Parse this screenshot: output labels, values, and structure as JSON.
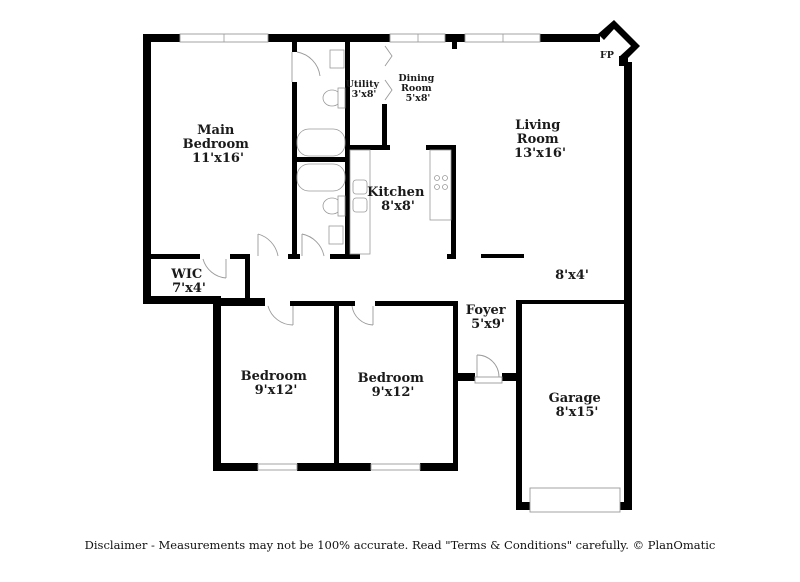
{
  "plan": {
    "rooms": [
      {
        "id": "main-bedroom",
        "name_lines": [
          "Main",
          "Bedroom"
        ],
        "size": "11'x16'"
      },
      {
        "id": "utility",
        "name_lines": [
          "Utility"
        ],
        "size": "3'x8'"
      },
      {
        "id": "dining-room",
        "name_lines": [
          "Dining",
          "Room"
        ],
        "size": "5'x8'"
      },
      {
        "id": "living-room",
        "name_lines": [
          "Living",
          "Room"
        ],
        "size": "13'x16'"
      },
      {
        "id": "kitchen",
        "name_lines": [
          "Kitchen"
        ],
        "size": "8'x8'"
      },
      {
        "id": "wic",
        "name_lines": [
          "WIC"
        ],
        "size": "7'x4'"
      },
      {
        "id": "hall",
        "name_lines": [],
        "size": "8'x4'"
      },
      {
        "id": "foyer",
        "name_lines": [
          "Foyer"
        ],
        "size": "5'x9'"
      },
      {
        "id": "bedroom-2",
        "name_lines": [
          "Bedroom"
        ],
        "size": "9'x12'"
      },
      {
        "id": "bedroom-3",
        "name_lines": [
          "Bedroom"
        ],
        "size": "9'x12'"
      },
      {
        "id": "garage",
        "name_lines": [
          "Garage"
        ],
        "size": "8'x15'"
      }
    ],
    "fireplace_label": "FP"
  },
  "disclaimer": "Disclaimer - Measurements may not be 100% accurate. Read \"Terms & Conditions\" carefully. © PlanOmatic"
}
